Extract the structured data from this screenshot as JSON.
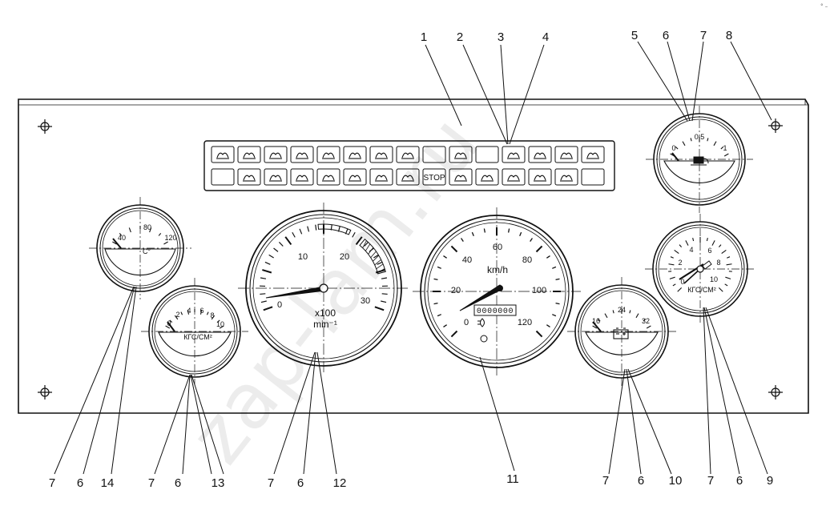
{
  "watermark": "zap-lam.ru",
  "corner_mark": "° –",
  "tachometer": {
    "scale": [
      "0",
      "10",
      "20",
      "30"
    ],
    "unit_line1": "x100",
    "unit_line2": "min⁻¹"
  },
  "speedometer": {
    "scale": [
      "0",
      "20",
      "40",
      "60",
      "80",
      "100",
      "120"
    ],
    "unit": "km/h",
    "odometer_digits": "0000000"
  },
  "temperature_gauge": {
    "scale": [
      "40",
      "80",
      "120"
    ],
    "unit": "C°"
  },
  "oil_pressure_gauge": {
    "scale": [
      "0",
      "2",
      "4",
      "6",
      "8",
      "10"
    ],
    "unit": "КГС/СМ²"
  },
  "voltmeter": {
    "scale": [
      "16",
      "24",
      "32"
    ]
  },
  "air_pressure_gauge": {
    "scale": [
      "0",
      "2",
      "4",
      "6",
      "8",
      "10"
    ],
    "unit": "КГС/СМ²"
  },
  "fuel_gauge": {
    "scale": [
      "0",
      "0.5",
      "1"
    ]
  },
  "indicator_panel": {
    "stop_label": "STOP",
    "top_row": [
      "glow-plug-icon",
      "screen-icon",
      "high-beam-icon",
      "fog-light-icon",
      "low-beam-icon",
      "side-light-icon",
      "turn-signal-icon",
      "trailer-turn-icon",
      "blank",
      "rear-fog-icon",
      "blank",
      "diff-lock-icon",
      "axle-lock-icon",
      "axle-lock-2-icon",
      "parking-brake-icon"
    ],
    "bottom_row": [
      "blank",
      "heater-grid-icon",
      "cab-tilt-icon",
      "battery-icon",
      "coolant-level-icon",
      "coolant-temp-icon",
      "oil-can-icon",
      "oil-level-icon",
      "stop",
      "brake-icon",
      "abs-icon",
      "trailer-brake-icon",
      "fuel-pump-icon",
      "steering-icon",
      "blank"
    ]
  },
  "callouts": {
    "top": [
      "1",
      "2",
      "3",
      "4",
      "5",
      "6",
      "7",
      "8"
    ],
    "bottom": [
      "7",
      "6",
      "14",
      "7",
      "6",
      "13",
      "7",
      "6",
      "12",
      "11",
      "7",
      "6",
      "10",
      "7",
      "6",
      "9"
    ]
  }
}
